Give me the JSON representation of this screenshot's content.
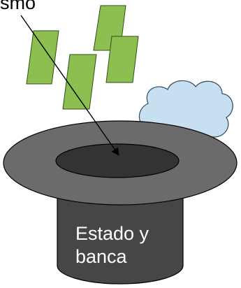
{
  "labels": {
    "top_text": "smo",
    "hat_line1": "Estado y",
    "hat_line2": "banca"
  },
  "colors": {
    "bill_fill": "#8cbf4f",
    "bill_stroke": "#2f4f1a",
    "cloud_fill": "#c6e0f1",
    "cloud_stroke": "#33495a",
    "brim_fill": "#6b6b6b",
    "opening_fill": "#333333",
    "crown_fill": "#464646",
    "outline": "#000000",
    "hat_text": "#ffffff"
  }
}
